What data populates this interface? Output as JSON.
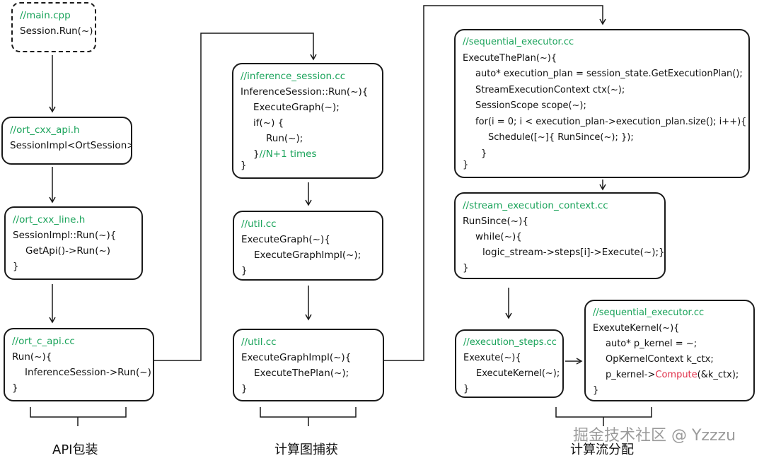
{
  "boxes": {
    "main": {
      "comment": "//main.cpp",
      "lines": [
        "Session.Run(~)"
      ]
    },
    "ort_cxx_api": {
      "comment": "//ort_cxx_api.h",
      "lines": [
        "SessionImpl<OrtSession>"
      ]
    },
    "ort_cxx_line": {
      "comment": "//ort_cxx_line.h",
      "lines": [
        "SessionImpl::Run(~){",
        "GetApi()->Run(~)",
        "}"
      ]
    },
    "ort_c_api": {
      "comment": "//ort_c_api.cc",
      "lines": [
        "Run(~){",
        "InferenceSession->Run(~)",
        "}"
      ]
    },
    "inference_session": {
      "comment": "//inference_session.cc",
      "lines": [
        "InferenceSession::Run(~){",
        "ExecuteGraph(~);",
        "if(~) {",
        "Run(~);",
        "}",
        "//N+1 times",
        "}"
      ]
    },
    "util1": {
      "comment": "//util.cc",
      "lines": [
        "ExecuteGraph(~){",
        "ExecuteGraphImpl(~);",
        "}"
      ]
    },
    "util2": {
      "comment": "//util.cc",
      "lines": [
        "ExecuteGraphImpl(~){",
        "ExecuteThePlan(~);",
        "}"
      ]
    },
    "sequential_executor": {
      "comment": "//sequential_executor.cc",
      "lines": [
        "ExecuteThePlan(~){",
        "auto* execution_plan = session_state.GetExecutionPlan();",
        "StreamExecutionContext ctx(~);",
        "SessionScope scope(~);",
        "for(i = 0; i < execution_plan->execution_plan.size(); i++){",
        "Schedule([~]{  RunSince(~);  });",
        "}",
        "}"
      ]
    },
    "stream_execution_context": {
      "comment": "//stream_execution_context.cc",
      "lines": [
        "RunSince(~){",
        "while(~){",
        "logic_stream->steps[i]->Execute(~);}",
        "}"
      ]
    },
    "execution_steps": {
      "comment": "//execution_steps.cc",
      "lines": [
        "Exexute(~){",
        "ExecuteKernel(~);",
        "}"
      ]
    },
    "sequential_executor2": {
      "comment": "//sequential_executor.cc",
      "lines": [
        "ExexuteKernel(~){",
        "auto* p_kernel = ~;",
        "OpKernelContext k_ctx;",
        "p_kernel->",
        "Compute",
        "(&k_ctx);",
        "}"
      ]
    }
  },
  "labels": {
    "api": "API包装",
    "graph": "计算图捕获",
    "stream": "计算流分配"
  },
  "watermark": "掘金技术社区 @ Yzzzu",
  "colors": {
    "comment": "#1aa35a",
    "highlight": "#e0304a",
    "border": "#1a1a1a"
  }
}
